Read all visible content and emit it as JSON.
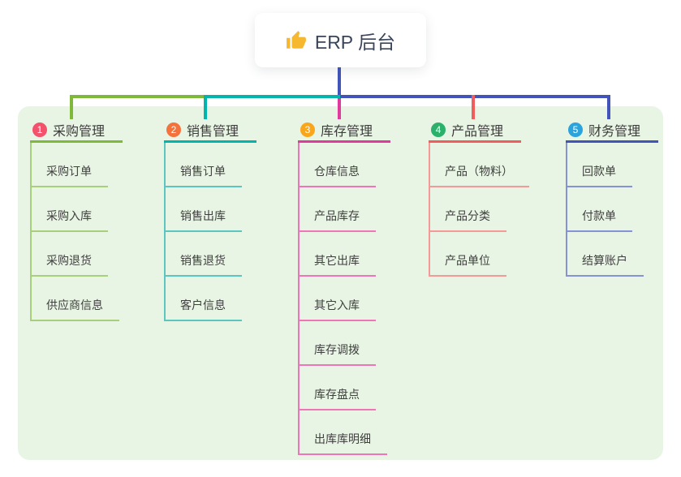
{
  "root": {
    "title": "ERP 后台",
    "icon": "thumbs-up-icon"
  },
  "panel_color": "#e9f5e4",
  "branches": [
    {
      "index": "1",
      "label": "采购管理",
      "badge_color": "#f4516c",
      "line_color": "#7fb939",
      "light_line_color": "#a8cf7c",
      "children": [
        "采购订单",
        "采购入库",
        "采购退货",
        "供应商信息"
      ]
    },
    {
      "index": "2",
      "label": "销售管理",
      "badge_color": "#f4723c",
      "line_color": "#00b5ad",
      "light_line_color": "#5bc6bf",
      "children": [
        "销售订单",
        "销售出库",
        "销售退货",
        "客户信息"
      ]
    },
    {
      "index": "3",
      "label": "库存管理",
      "badge_color": "#f9a61a",
      "line_color": "#e13a9d",
      "light_line_color": "#ef74b8",
      "children": [
        "仓库信息",
        "产品库存",
        "其它出库",
        "其它入库",
        "库存调拨",
        "库存盘点",
        "出库库明细"
      ]
    },
    {
      "index": "4",
      "label": "产品管理",
      "badge_color": "#2bb169",
      "line_color": "#f15c5c",
      "light_line_color": "#f59898",
      "children": [
        "产品（物料）",
        "产品分类",
        "产品单位"
      ]
    },
    {
      "index": "5",
      "label": "财务管理",
      "badge_color": "#2ba3dc",
      "line_color": "#4254b9",
      "light_line_color": "#8593d6",
      "children": [
        "回款单",
        "付款单",
        "结算账户"
      ]
    }
  ]
}
